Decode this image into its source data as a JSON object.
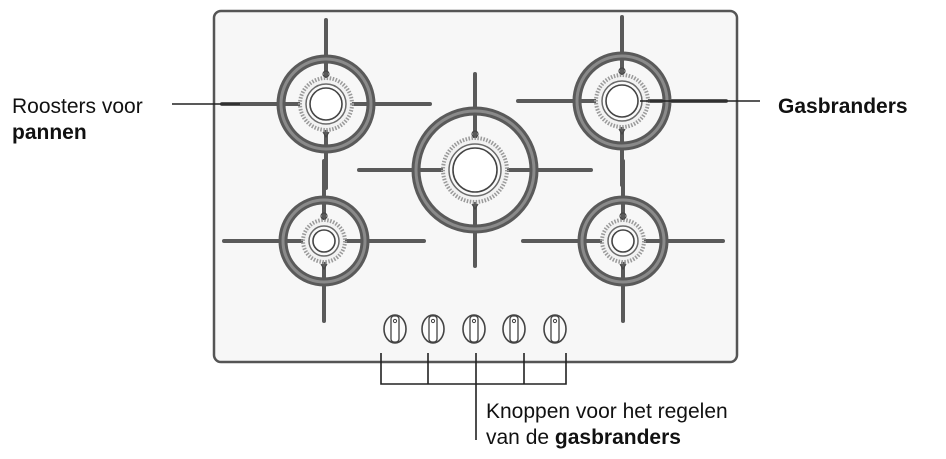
{
  "labels": {
    "grates_line1": "Roosters voor",
    "grates_line2": "pannen",
    "burners": "Gasbranders",
    "knobs_line1": "Knoppen voor het regelen",
    "knobs_line2_prefix": "van de ",
    "knobs_line2_bold": "gasbranders"
  },
  "counts": {
    "burners": 5,
    "knobs": 5
  },
  "colors": {
    "hob_fill": "#f7f7f7",
    "hob_stroke": "#555555",
    "grate": "#5a5a5a",
    "burner_ring": "#9a9a9a",
    "line": "#222222"
  }
}
